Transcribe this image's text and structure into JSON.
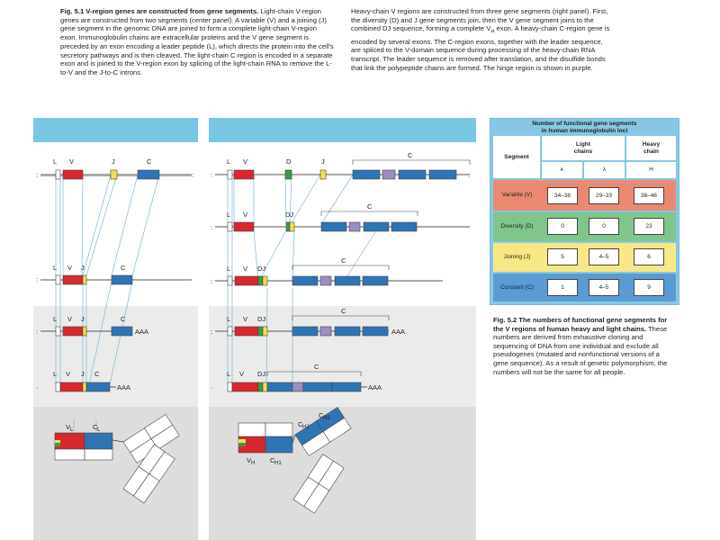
{
  "caption_left": {
    "heading": "Fig. 5.1 V-region genes are constructed from gene segments.",
    "text": "Light-chain V-region genes are constructed from two segments (center panel). A variable (V) and a joining (J) gene segment in the genomic DNA are joined to form a complete light-chain V-region exon. Immunoglobulin chains are extracellular proteins and the V gene segment is preceded by an exon encoding a leader peptide (L), which directs the protein into the cell's secretory pathways and is then cleaved. The light-chain C region is encoded in a separate exon and is joined to the V-region exon by splicing of the light-chain RNA to remove the L-to-V and the J-to-C introns."
  },
  "caption_right": {
    "text_before_sub": "Heavy-chain V regions are constructed from three gene segments (right panel). First, the diversity (D) and J gene segments join, then the V gene segment joins to the combined DJ sequence, forming a complete V",
    "subscript": "H",
    "text_after_sub": " exon. A heavy-chain C-region gene is encoded by several exons. The C-region exons, together with the leader sequence, are spliced to the V-domain sequence during processing of the heavy-chain RNA transcript. The leader sequence is removed after translation, and the disulfide bonds that link the polypeptide chains are formed. The hinge region is shown in purple."
  },
  "caption_fig2": {
    "heading": "Fig. 5.2 The numbers of functional gene segments for the V regions of human heavy and light chains.",
    "text": "These numbers are derived from exhaustive cloning and sequencing of DNA from one individual and exclude all pseudogenes (mutated and nonfunctional versions of a gene sequence). As a result of genetic polymorphism, the numbers will not be the same for all people."
  },
  "table": {
    "title_line1": "Number of functional gene segments",
    "title_line2": "in human immunoglobulin loci",
    "segment_header": "Segment",
    "light_header_line1": "Light",
    "light_header_line2": "chains",
    "heavy_header_line1": "Heavy",
    "heavy_header_line2": "chain",
    "sub_kappa": "κ",
    "sub_lambda": "λ",
    "sub_h": "H",
    "rows": [
      {
        "segment": "Variable (V)",
        "color": "#e98a70",
        "kappa": "34–38",
        "lambda": "29–33",
        "heavy": "38–46"
      },
      {
        "segment": "Diversity (D)",
        "color": "#7fc58c",
        "kappa": "0",
        "lambda": "0",
        "heavy": "23"
      },
      {
        "segment": "Joining (J)",
        "color": "#f7e885",
        "kappa": "5",
        "lambda": "4–5",
        "heavy": "6"
      },
      {
        "segment": "Constant (C)",
        "color": "#5b9bd3",
        "kappa": "1",
        "lambda": "4–5",
        "heavy": "9"
      }
    ]
  },
  "light_panel": {
    "labels": {
      "L": "L",
      "V": "V",
      "J": "J",
      "C": "C",
      "AAA": "AAA",
      "VL": "V",
      "VL_sub": "L",
      "CL": "C",
      "CL_sub": "L"
    }
  },
  "heavy_panel": {
    "labels": {
      "L": "L",
      "V": "V",
      "D": "D",
      "J": "J",
      "DJ": "DJ",
      "C": "C",
      "AAA": "AAA",
      "VH": "V",
      "VH_sub": "H",
      "CH1": "C",
      "CH1_sub": "H1",
      "CH2": "C",
      "CH2_sub": "H2",
      "CH3": "C",
      "CH3_sub": "H3"
    }
  },
  "colors": {
    "v_red": "#d7282f",
    "j_yellow": "#f4e04d",
    "d_green": "#3b9b47",
    "c_blue": "#2f75b5",
    "hinge_purple": "#9a8fc4",
    "band_blue": "#79c6e3"
  }
}
